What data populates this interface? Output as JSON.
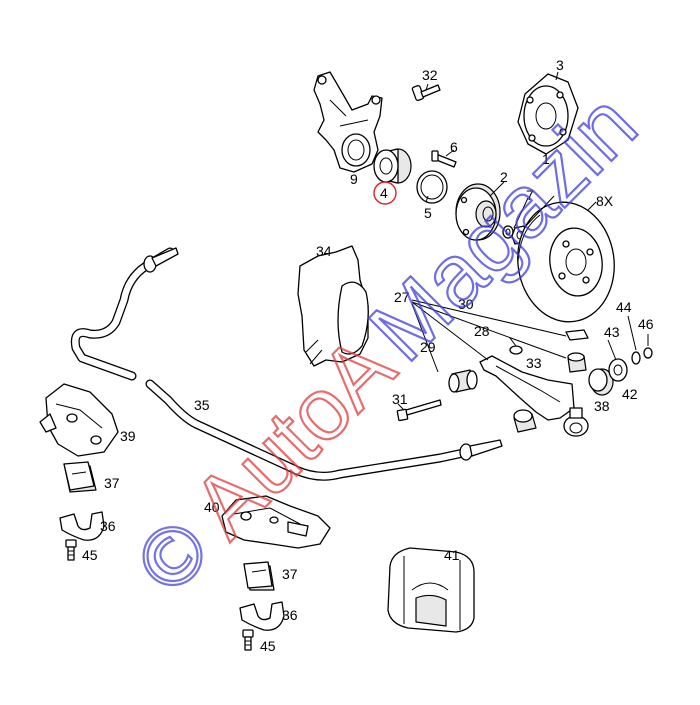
{
  "diagram": {
    "labels": {
      "p1": "1",
      "p2": "2",
      "p3": "3",
      "p4": "4",
      "p5": "5",
      "p6": "6",
      "p7": "7",
      "p8x": "8X",
      "p9": "9",
      "p27": "27",
      "p28": "28",
      "p29": "29",
      "p30": "30",
      "p31": "31",
      "p32": "32",
      "p33": "33",
      "p34": "34",
      "p35": "35",
      "p36a": "36",
      "p36b": "36",
      "p37a": "37",
      "p37b": "37",
      "p38": "38",
      "p39": "39",
      "p40": "40",
      "p41": "41",
      "p42": "42",
      "p43": "43",
      "p44": "44",
      "p45a": "45",
      "p45b": "45",
      "p46": "46"
    },
    "highlight": {
      "part": "4",
      "color": "#e02020"
    }
  },
  "watermark": {
    "copyright": "©",
    "part1": "AutoA",
    "part2": "Magazin",
    "color_red": "#dc3c3c",
    "color_blue": "#3c3cdc"
  }
}
